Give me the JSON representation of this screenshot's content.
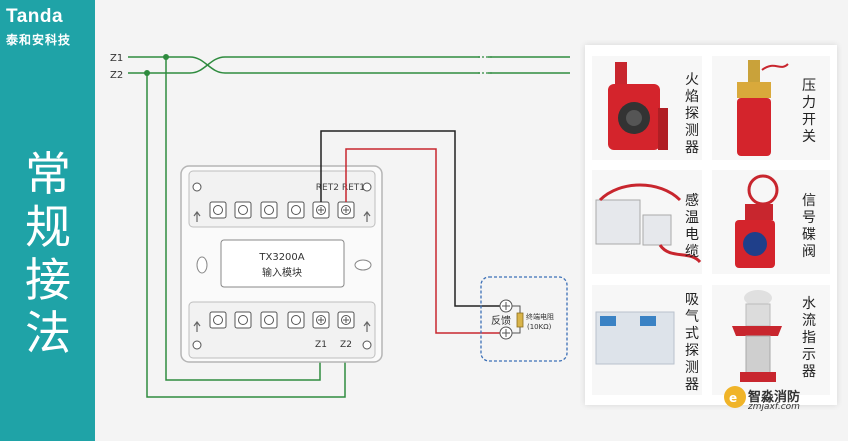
{
  "brand": {
    "name": "Tanda",
    "name_cn": "泰和安科技"
  },
  "title": [
    "常",
    "规",
    "接",
    "法"
  ],
  "diagram": {
    "bus_labels": [
      "Z1",
      "Z2"
    ],
    "module_name": "TX3200A",
    "module_desc": "输入模块",
    "top_terminal_label": "RET2 RET1",
    "bottom_terminal_labels": [
      "Z1",
      "Z2"
    ],
    "feedback_label": "反馈",
    "resistor_label": "终端电阻",
    "resistor_value": "(10KΩ)"
  },
  "products": [
    {
      "label": [
        "火",
        "焰",
        "探",
        "测",
        "器"
      ]
    },
    {
      "label": [
        "压",
        "力",
        "开",
        "关"
      ]
    },
    {
      "label": [
        "感",
        "温",
        "电",
        "缆"
      ]
    },
    {
      "label": [
        "信",
        "号",
        "碟",
        "阀"
      ]
    },
    {
      "label": [
        "吸",
        "气",
        "式",
        "探",
        "测",
        "器"
      ]
    },
    {
      "label": [
        "水",
        "流",
        "指",
        "示",
        "器"
      ]
    }
  ],
  "watermark": {
    "cn": "智淼消防",
    "url": "zmjaxf.com"
  },
  "colors": {
    "teal": "#1fa3a7",
    "green": "#2e8b3e",
    "red": "#c8262e",
    "black": "#222222",
    "blue_dash": "#3b6fb6"
  }
}
